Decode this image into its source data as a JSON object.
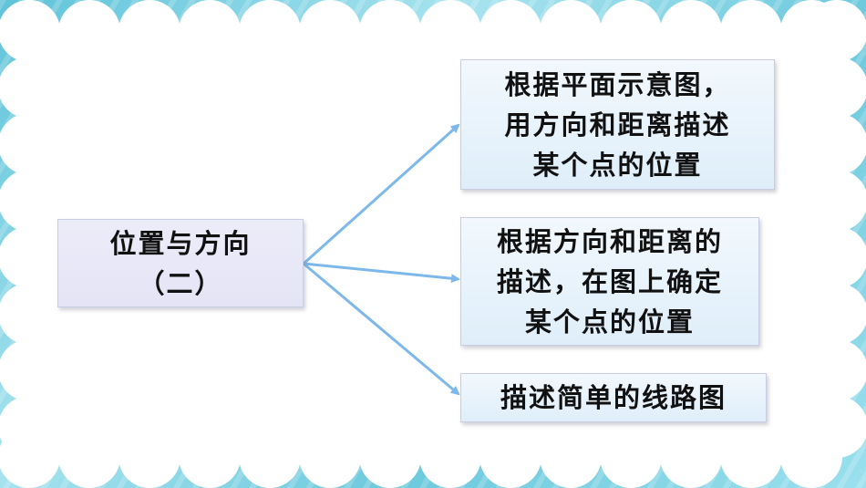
{
  "main": {
    "line1": "位置与方向",
    "line2": "（二）"
  },
  "branches": [
    {
      "lines": [
        "根据平面示意图，",
        "用方向和距离描述",
        "某个点的位置"
      ]
    },
    {
      "lines": [
        "根据方向和距离的",
        "描述，在图上确定",
        "某个点的位置"
      ]
    },
    {
      "lines": [
        "描述简单的线路图"
      ]
    }
  ],
  "colors": {
    "arrow": "#7db8ea",
    "frame": "#ffffff",
    "background": "#6cc9dc"
  }
}
